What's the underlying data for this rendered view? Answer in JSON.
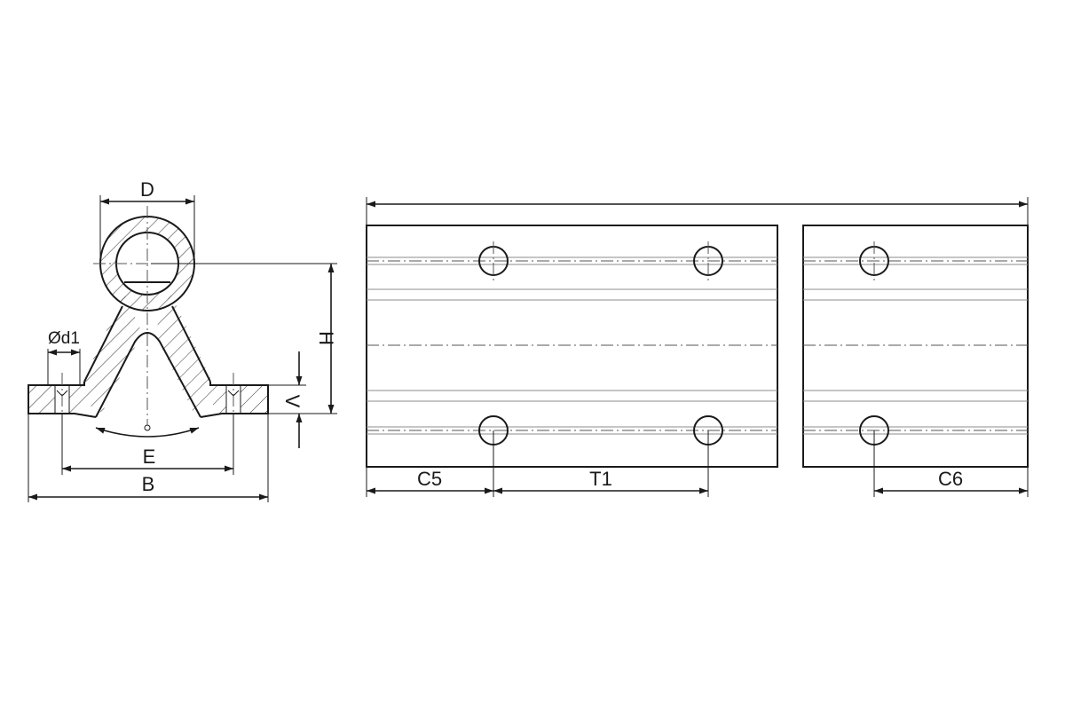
{
  "labels": {
    "D": "D",
    "H": "H",
    "d1": "Ød1",
    "V": "V",
    "E": "E",
    "B": "B",
    "C5": "C5",
    "T1": "T1",
    "C6": "C6"
  },
  "colors": {
    "line": "#1a1a1a",
    "centerline": "#555555",
    "background": "#ffffff"
  }
}
